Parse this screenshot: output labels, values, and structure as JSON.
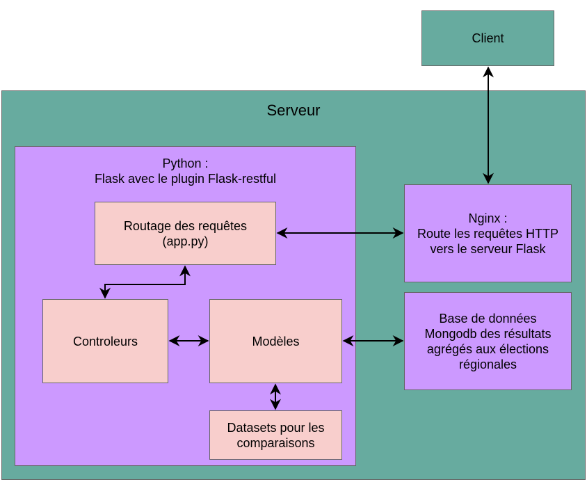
{
  "client": {
    "label": "Client"
  },
  "serveur": {
    "label": "Serveur"
  },
  "python": {
    "line1": "Python :",
    "line2": "Flask avec le plugin Flask-restful"
  },
  "routage": {
    "line1": "Routage des requêtes",
    "line2": "(app.py)"
  },
  "controleurs": {
    "label": "Controleurs"
  },
  "modeles": {
    "label": "Modèles"
  },
  "datasets": {
    "line1": "Datasets pour les",
    "line2": "comparaisons"
  },
  "nginx": {
    "line1": "Nginx :",
    "line2": "Route les requêtes HTTP",
    "line3": "vers le serveur Flask"
  },
  "database": {
    "line1": "Base de données",
    "line2": "Mongodb des résultats",
    "line3": "agrégés aux élections",
    "line4": "régionales"
  },
  "colors": {
    "teal": "#67ab9f",
    "purple": "#cc99ff",
    "pink": "#f8cecc",
    "border": "#666666",
    "arrow": "#000000"
  }
}
